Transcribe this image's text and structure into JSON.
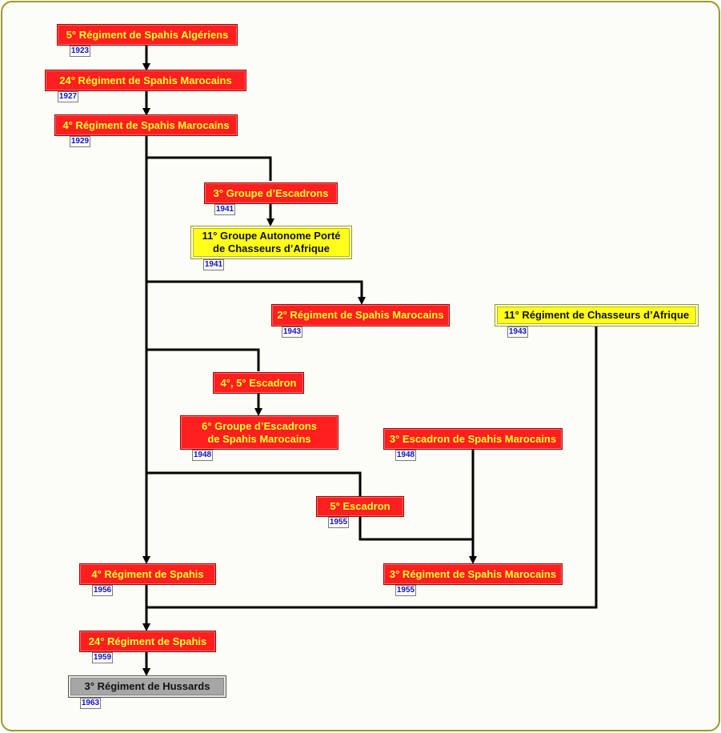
{
  "diagram": {
    "nodes": {
      "n1": {
        "label": "5° Régiment de Spahis Algériens",
        "year": "1923"
      },
      "n2": {
        "label": "24° Régiment de Spahis Marocains",
        "year": "1927"
      },
      "n3": {
        "label": "4° Régiment de Spahis Marocains",
        "year": "1929"
      },
      "n4": {
        "label": "3° Groupe d’Escadrons",
        "year": "1941"
      },
      "n5": {
        "label": "11° Groupe Autonome Porté\nde Chasseurs d’Afrique",
        "year": "1941"
      },
      "n6": {
        "label": "2° Régiment de Spahis Marocains",
        "year": "1943"
      },
      "n7": {
        "label": "11° Régiment de Chasseurs d’Afrique",
        "year": "1943"
      },
      "n8": {
        "label": "4°, 5° Escadron",
        "year": ""
      },
      "n9": {
        "label": "6° Groupe d’Escadrons\nde Spahis Marocains",
        "year": "1948"
      },
      "n10": {
        "label": "3° Escadron de Spahis Marocains",
        "year": "1948"
      },
      "n11": {
        "label": "5° Escadron",
        "year": "1955"
      },
      "n12": {
        "label": "4° Régiment de Spahis",
        "year": "1956"
      },
      "n13": {
        "label": "3° Régiment de Spahis Marocains",
        "year": "1955"
      },
      "n14": {
        "label": "24° Régiment de Spahis",
        "year": "1959"
      },
      "n15": {
        "label": "3° Régiment de Hussards",
        "year": "1963"
      }
    },
    "colors": {
      "red": "#ff1f1f",
      "red_text": "#ffff33",
      "yellow": "#ffff1a",
      "grey": "#a6a6a6",
      "year_text": "#1010c0",
      "frame": "#9a9a2e"
    }
  }
}
